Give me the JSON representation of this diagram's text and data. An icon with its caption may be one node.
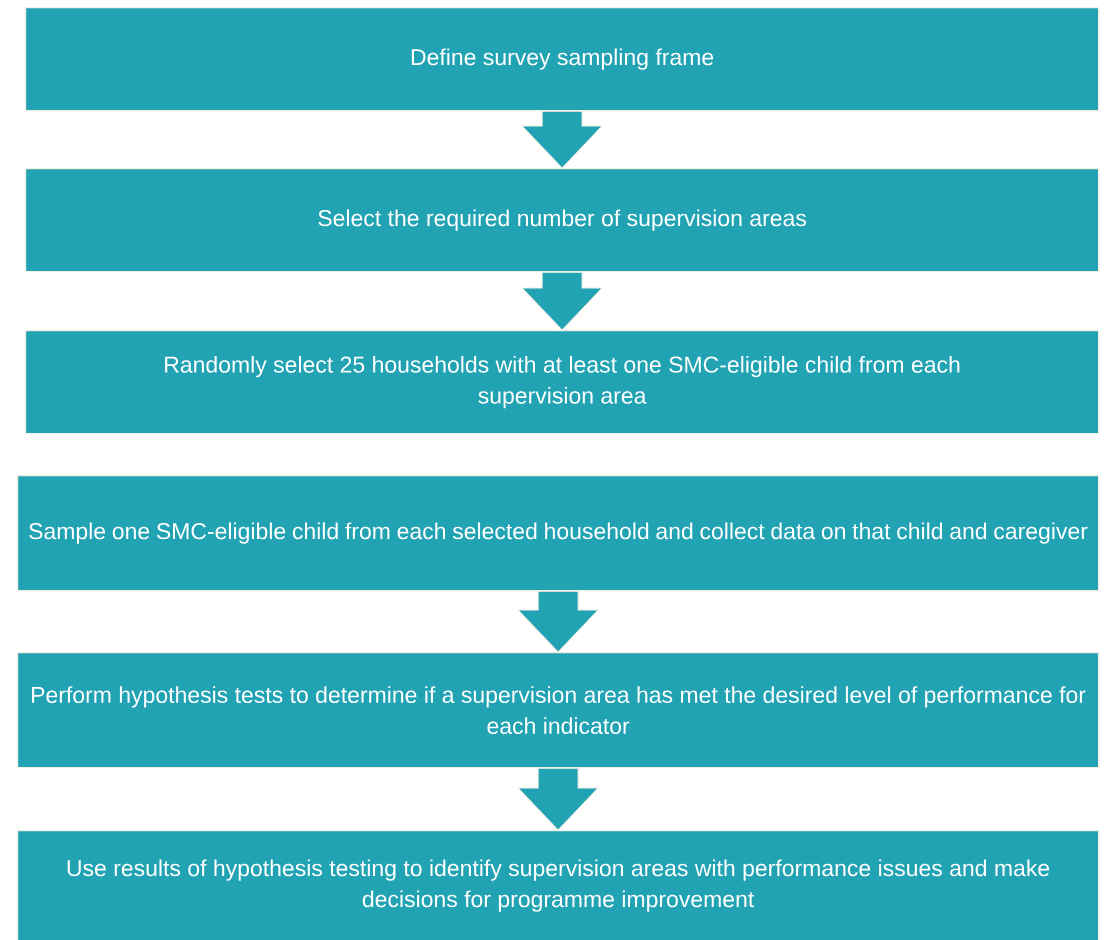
{
  "diagram": {
    "nodes": [
      {
        "text": [
          "Define survey sampling frame"
        ]
      },
      {
        "text": [
          "Select the required number of supervision areas"
        ]
      },
      {
        "text": [
          "Randomly select 25 households with at least one SMC-eligible child from each supervision area"
        ]
      },
      {
        "text": [
          "Sample one SMC-eligible child from each selected household and collect data on that child and caregiver"
        ]
      },
      {
        "text": [
          "Perform hypothesis tests to determine if a supervision area has met the desired level of performance for each indicator"
        ]
      },
      {
        "text": [
          "Use results of hypothesis testing to identify supervision areas with performance issues and make decisions for programme improvement"
        ]
      }
    ],
    "edges": [
      {
        "from": 0,
        "to": 1,
        "arrow": "to"
      },
      {
        "from": 1,
        "to": 2,
        "arrow": "to"
      },
      {
        "from": 3,
        "to": 4,
        "arrow": "to"
      },
      {
        "from": 4,
        "to": 5,
        "arrow": "to"
      }
    ]
  }
}
